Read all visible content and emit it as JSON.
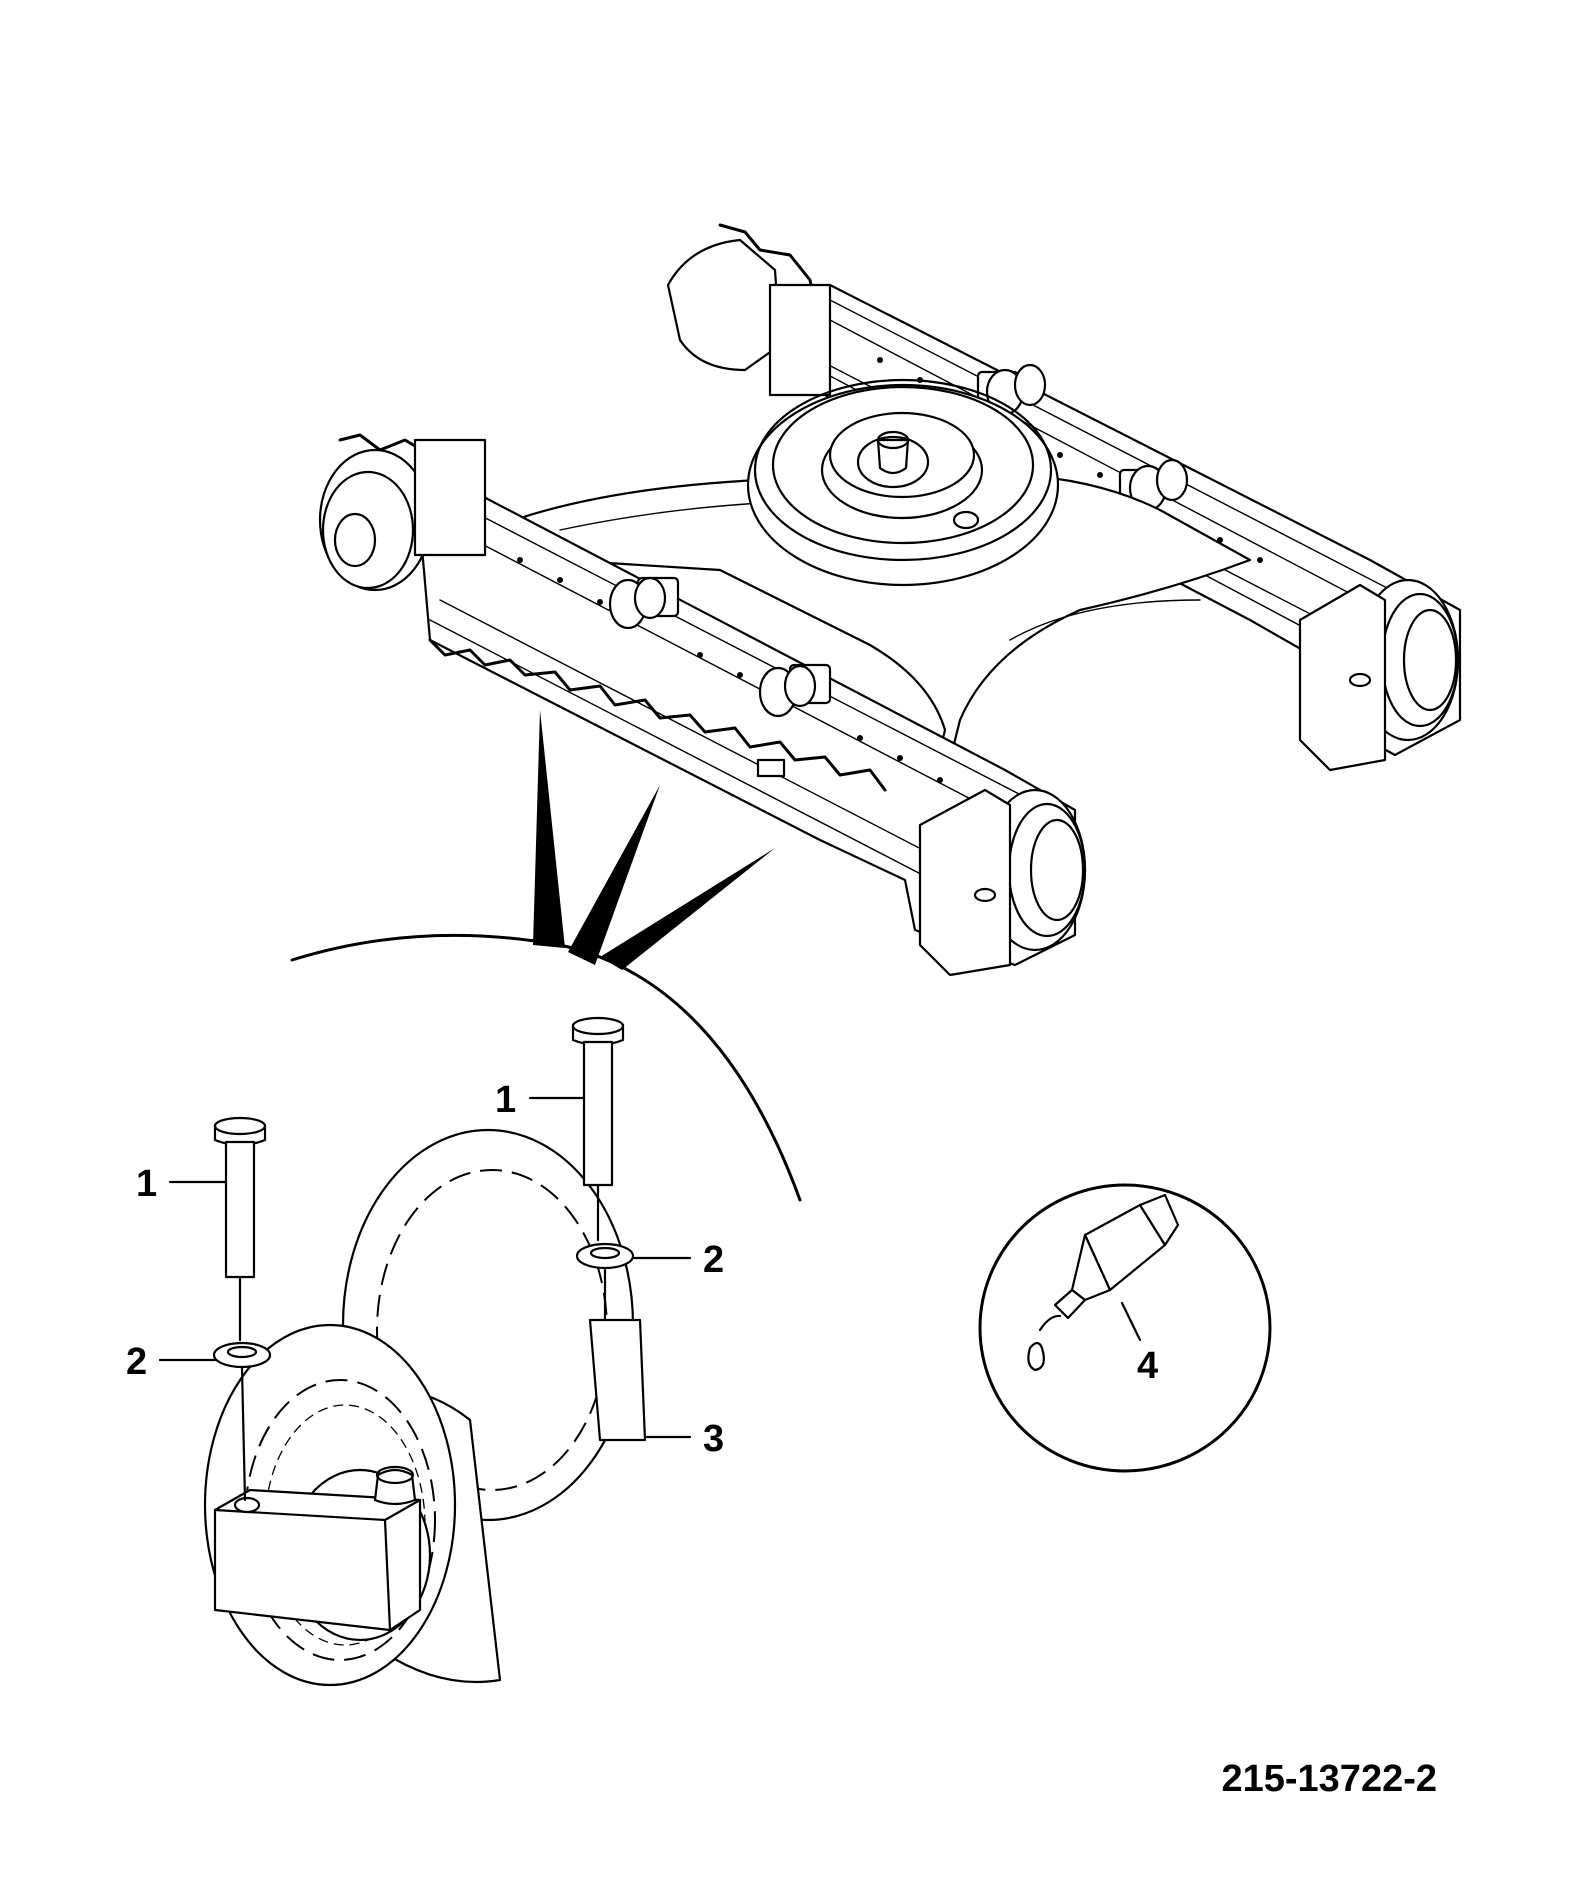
{
  "callouts": {
    "bolt_left": "1",
    "bolt_right": "1",
    "washer_left": "2",
    "washer_right": "2",
    "roller": "3",
    "adhesive": "4"
  },
  "drawing_number": "215-13722-2"
}
